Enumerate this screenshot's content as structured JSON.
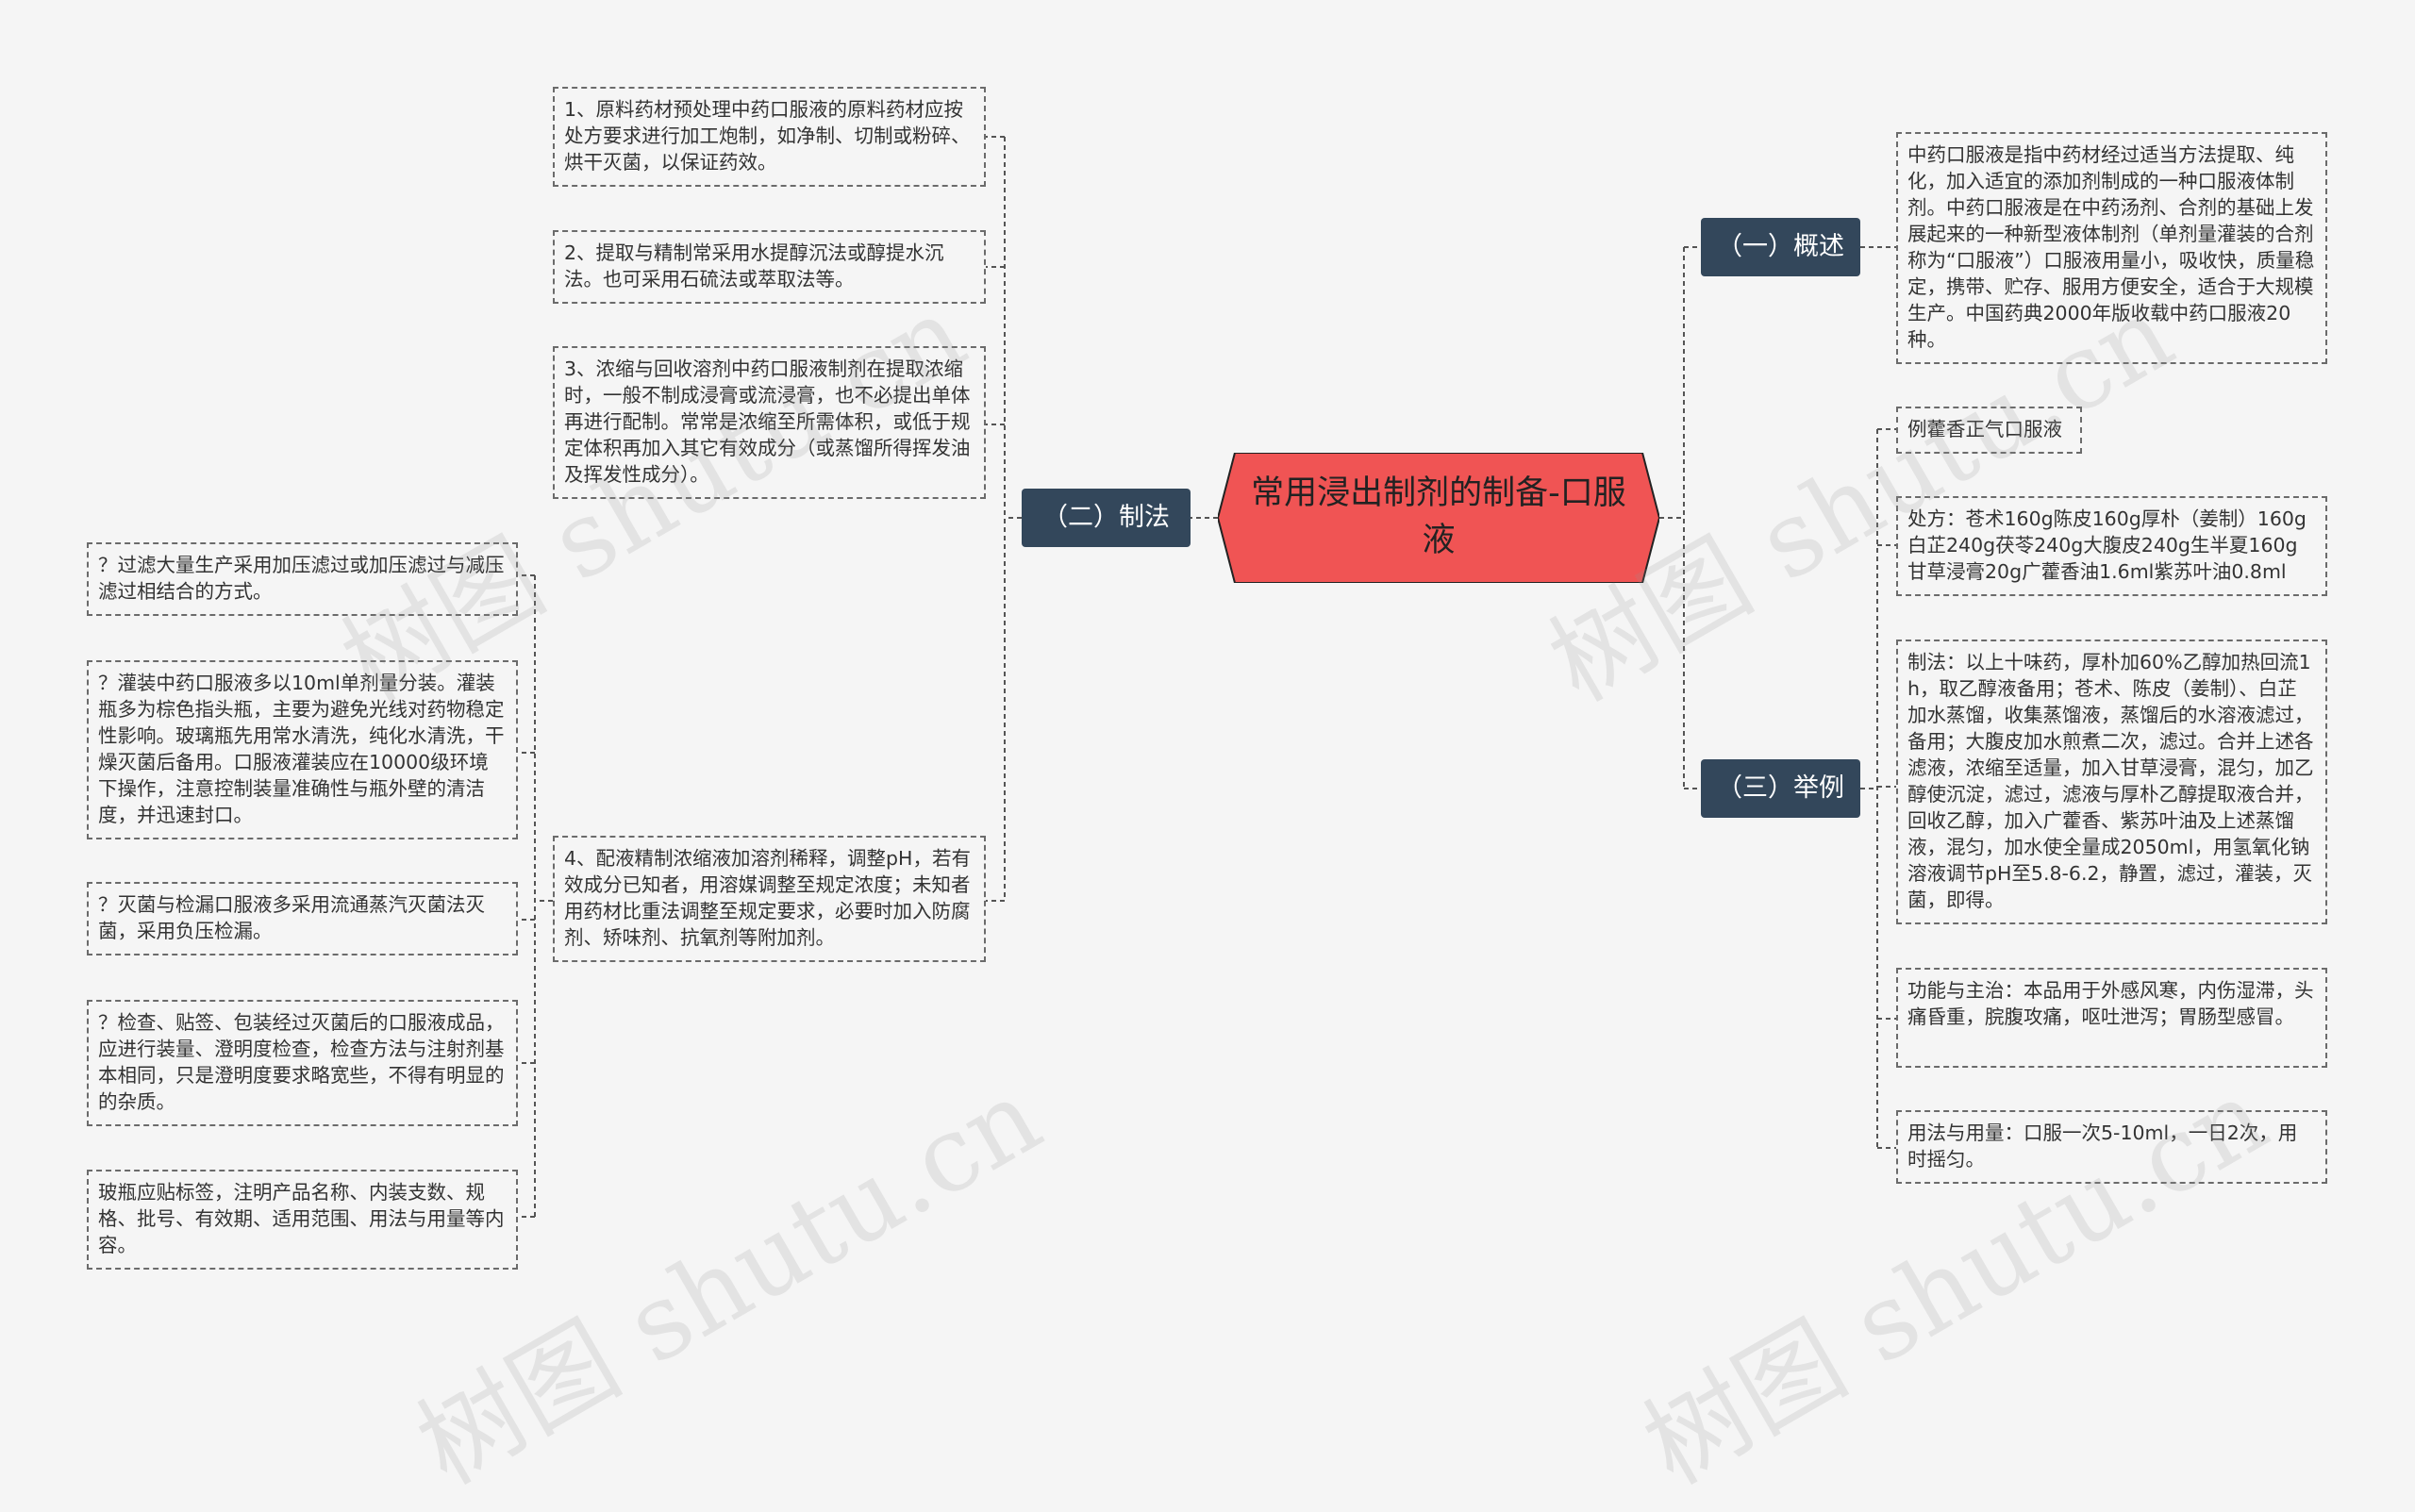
{
  "root": {
    "title": "常用浸出制剂的制备-口服液"
  },
  "branches": {
    "overview": {
      "label": "（一）概述",
      "items": [
        "中药口服液是指中药材经过适当方法提取、纯化，加入适宜的添加剂制成的一种口服液体制剂。中药口服液是在中药汤剂、合剂的基础上发展起来的一种新型液体制剂（单剂量灌装的合剂称为“口服液”）口服液用量小，吸收快，质量稳定，携带、贮存、服用方便安全，适合于大规模生产。中国药典2000年版收载中药口服液20种。"
      ]
    },
    "method": {
      "label": "（二）制法",
      "items": [
        "1、原料药材预处理中药口服液的原料药材应按处方要求进行加工炮制，如净制、切制或粉碎、烘干灭菌，以保证药效。",
        "2、提取与精制常采用水提醇沉法或醇提水沉法。也可采用石硫法或萃取法等。",
        "3、浓缩与回收溶剂中药口服液制剂在提取浓缩时，一般不制成浸膏或流浸膏，也不必提出单体再进行配制。常常是浓缩至所需体积，或低于规定体积再加入其它有效成分（或蒸馏所得挥发油及挥发性成分）。",
        "4、配液精制浓缩液加溶剂稀释，调整pH，若有效成分已知者，用溶媒调整至规定浓度；未知者用药材比重法调整至规定要求，必要时加入防腐剂、矫味剂、抗氧剂等附加剂。"
      ],
      "sub_items": [
        "？过滤大量生产采用加压滤过或加压滤过与减压滤过相结合的方式。",
        "？灌装中药口服液多以10ml单剂量分装。灌装瓶多为棕色指头瓶，主要为避免光线对药物稳定性影响。玻璃瓶先用常水清洗，纯化水清洗，干燥灭菌后备用。口服液灌装应在10000级环境下操作，注意控制装量准确性与瓶外壁的清洁度，并迅速封口。",
        "？灭菌与检漏口服液多采用流通蒸汽灭菌法灭菌，采用负压检漏。",
        "？检查、贴签、包装经过灭菌后的口服液成品，应进行装量、澄明度检查，检查方法与注射剂基本相同，只是澄明度要求略宽些，不得有明显的的杂质。",
        "玻瓶应贴标签，注明产品名称、内装支数、规格、批号、有效期、适用范围、用法与用量等内容。"
      ]
    },
    "example": {
      "label": "（三）举例",
      "items": [
        "例藿香正气口服液",
        "处方：苍术160g陈皮160g厚朴（姜制）160g白芷240g茯苓240g大腹皮240g生半夏160g甘草浸膏20g广藿香油1.6ml紫苏叶油0.8ml",
        "制法：以上十味药，厚朴加60%乙醇加热回流1h，取乙醇液备用；苍术、陈皮（姜制）、白芷加水蒸馏，收集蒸馏液，蒸馏后的水溶液滤过，备用；大腹皮加水煎煮二次，滤过。合并上述各滤液，浓缩至适量，加入甘草浸膏，混匀，加乙醇使沉淀，滤过，滤液与厚朴乙醇提取液合并，回收乙醇，加入广藿香、紫苏叶油及上述蒸馏液，混匀，加水使全量成2050ml，用氢氧化钠溶液调节pH至5.8-6.2，静置，滤过，灌装，灭菌，即得。",
        "功能与主治：本品用于外感风寒，内伤湿滞，头痛昏重，脘腹攻痛，呕吐泄泻；胃肠型感冒。",
        "用法与用量：口服一次5-10ml，一日2次，用时摇匀。"
      ]
    }
  },
  "colors": {
    "root_fill": "#f05454",
    "branch_fill": "#33475b",
    "background": "#f5f5f5"
  },
  "watermark": "树图 shutu.cn"
}
